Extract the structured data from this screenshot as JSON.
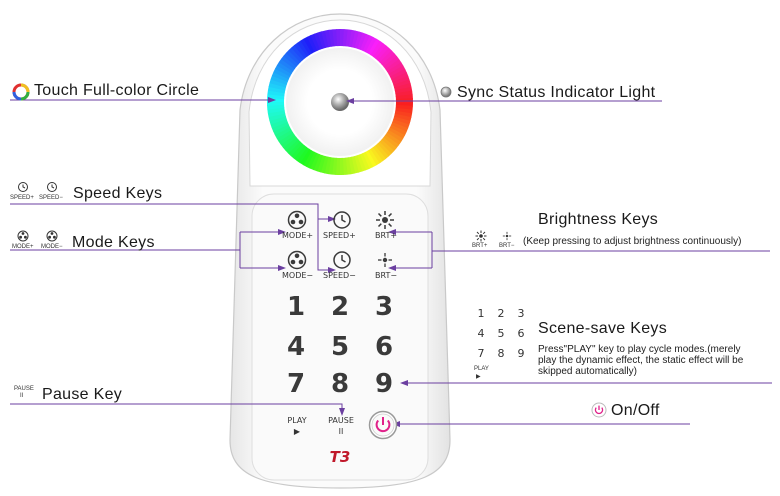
{
  "callouts": {
    "touch_circle": "Touch Full-color Circle",
    "sync_light": "Sync Status Indicator Light",
    "speed_keys": "Speed Keys",
    "mode_keys": "Mode Keys",
    "brightness_keys": "Brightness Keys",
    "brightness_note": "(Keep pressing to adjust brightness continuously)",
    "scene_keys": "Scene-save Keys",
    "scene_note_1": "Press\"PLAY\" key to play cycle modes.(merely",
    "scene_note_2": "play the dynamic effect, the static effect will be",
    "scene_note_3": "skipped automatically)",
    "pause_key": "Pause Key",
    "on_off": "On/Off"
  },
  "legend_icons": {
    "speed_plus": "SPEED+",
    "speed_minus": "SPEED−",
    "mode_plus": "MODE+",
    "mode_minus": "MODE−",
    "brt_plus": "BRT+",
    "brt_minus": "BRT−",
    "pause": "PAUSE",
    "pause_glyph": "II",
    "play": "PLAY",
    "play_glyph": "▶",
    "scene_numbers": [
      "1",
      "2",
      "3",
      "4",
      "5",
      "6",
      "7",
      "8",
      "9"
    ]
  },
  "remote": {
    "mode_plus": "MODE+",
    "speed_plus": "SPEED+",
    "brt_plus": "BRT+",
    "mode_minus": "MODE−",
    "speed_minus": "SPEED−",
    "brt_minus": "BRT−",
    "digits": [
      "1",
      "2",
      "3",
      "4",
      "5",
      "6",
      "7",
      "8",
      "9"
    ],
    "play": "PLAY",
    "play_glyph": "▶",
    "pause": "PAUSE",
    "pause_glyph": "II",
    "logo": "T3"
  },
  "colors": {
    "leader_line": "#6b3fa0",
    "power_accent": "#e0218a",
    "body": "#f4f4f4"
  }
}
